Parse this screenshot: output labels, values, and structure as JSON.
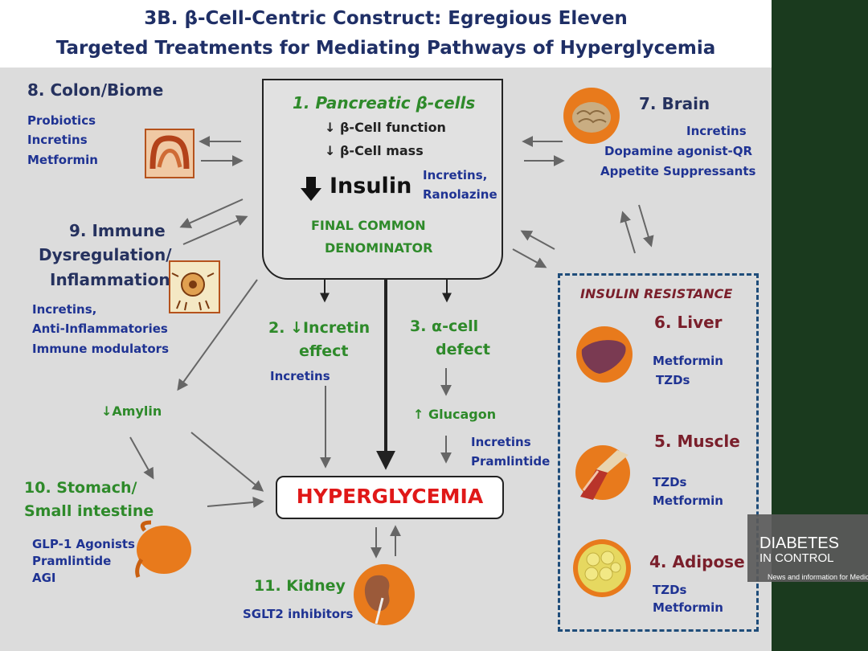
{
  "title": {
    "line1": "3B.  β-Cell-Centric Construct: Egregious Eleven",
    "line2": "Targeted Treatments for Mediating Pathways of Hyperglycemia"
  },
  "center": {
    "heading": "1. Pancreatic β-cells",
    "item1": "↓ β-Cell function",
    "item2": "↓ β-Cell mass",
    "insulin": "Insulin",
    "treat1": "Incretins,",
    "treat2": "Ranolazine",
    "fcd1": "FINAL COMMON",
    "fcd2": "DENOMINATOR"
  },
  "colon": {
    "heading": "8. Colon/Biome",
    "t1": "Probiotics",
    "t2": "Incretins",
    "t3": "Metformin"
  },
  "brain": {
    "heading": "7. Brain",
    "t1": "Incretins",
    "t2": "Dopamine agonist-QR",
    "t3": "Appetite Suppressants"
  },
  "immune": {
    "h1": "9.  Immune",
    "h2": "Dysregulation/",
    "h3": "Inflammation",
    "t1": "Incretins,",
    "t2": "Anti-Inflammatories",
    "t3": "Immune modulators"
  },
  "incretin": {
    "h1": "2. ↓Incretin",
    "h2": "effect",
    "t1": "Incretins"
  },
  "alpha": {
    "h1": "3. α-cell",
    "h2": "defect",
    "glucagon": "↑ Glucagon",
    "t1": "Incretins",
    "t2": "Pramlintide"
  },
  "amylin": "↓Amylin",
  "stomach": {
    "h1": "10. Stomach/",
    "h2": "Small intestine",
    "t1": "GLP-1 Agonists",
    "t2": "Pramlintide",
    "t3": "AGI"
  },
  "hyper": "HYPERGLYCEMIA",
  "kidney": {
    "heading": "11.  Kidney",
    "t1": "SGLT2 inhibitors"
  },
  "ir": {
    "heading": "INSULIN RESISTANCE",
    "liver": {
      "heading": "6. Liver",
      "t1": "Metformin",
      "t2": "TZDs"
    },
    "muscle": {
      "heading": "5. Muscle",
      "t1": "TZDs",
      "t2": "Metformin"
    },
    "adipose": {
      "heading": "4. Adipose",
      "t1": "TZDs",
      "t2": "Metformin"
    }
  },
  "logo": {
    "l1": "DIABETES",
    "l2": "IN CONTROL",
    "l3": "News and information for Medical"
  },
  "colors": {
    "navy": "#1f2f66",
    "green": "#2e8a2a",
    "blue": "#1f3393",
    "red": "#e01818",
    "maroon": "#7a1f2b",
    "orange": "#e87a1c"
  }
}
